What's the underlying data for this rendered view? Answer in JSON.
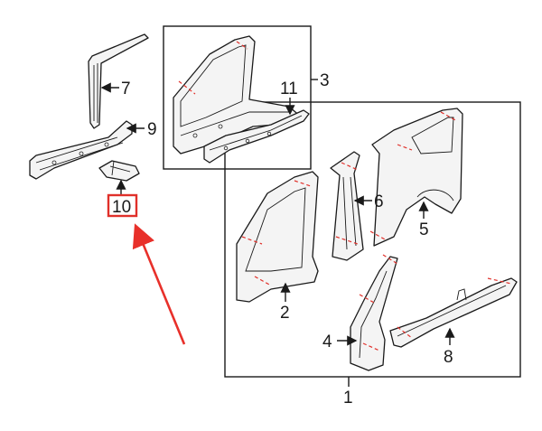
{
  "callouts": [
    {
      "id": "c1",
      "text": "1"
    },
    {
      "id": "c2",
      "text": "2"
    },
    {
      "id": "c3",
      "text": "3"
    },
    {
      "id": "c4",
      "text": "4"
    },
    {
      "id": "c5",
      "text": "5"
    },
    {
      "id": "c6",
      "text": "6"
    },
    {
      "id": "c7",
      "text": "7"
    },
    {
      "id": "c8",
      "text": "8"
    },
    {
      "id": "c9",
      "text": "9"
    },
    {
      "id": "c10",
      "text": "10"
    },
    {
      "id": "c11",
      "text": "11"
    }
  ],
  "highlight": {
    "callout": "10",
    "box_color": "#e0302a",
    "arrow_color": "#e8302a"
  }
}
